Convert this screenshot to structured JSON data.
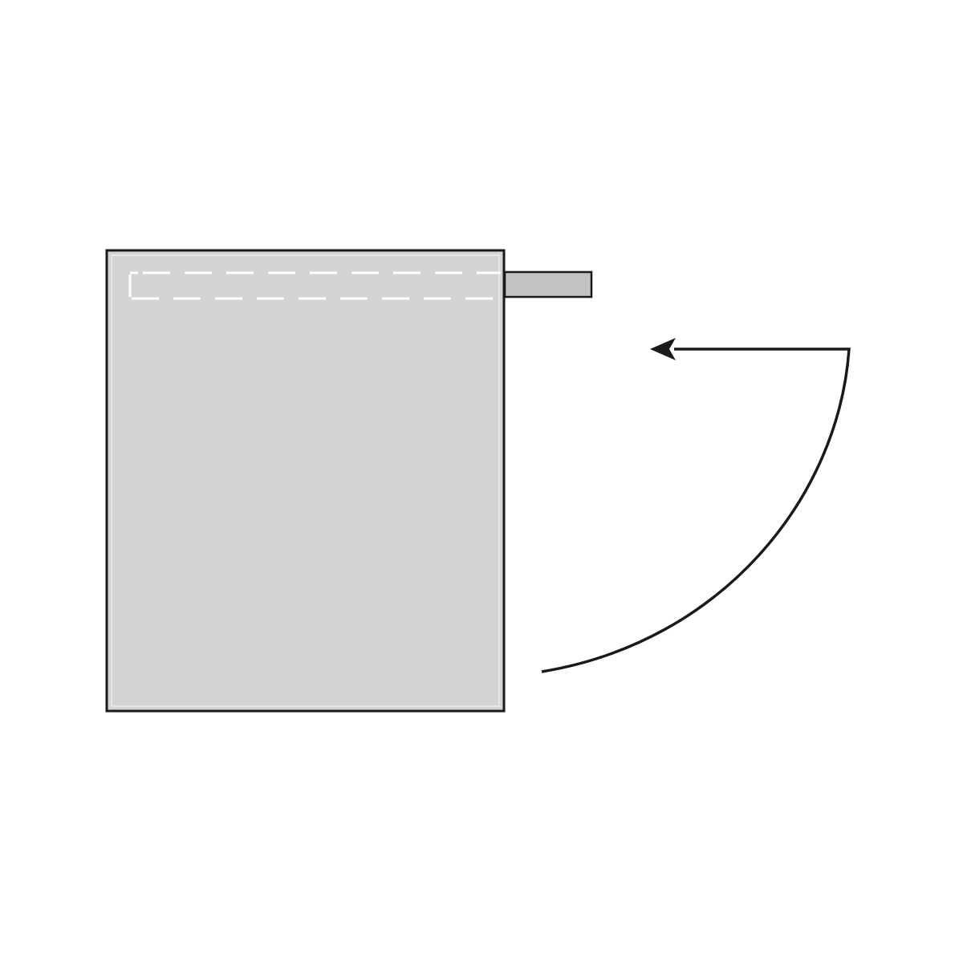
{
  "colors": {
    "background": "#ffffff",
    "fabric_fill": "#d4d4d4",
    "fabric_outline": "#1a1a1a",
    "ribbon_fill": "#c2c2c2",
    "stitch_color": "#ffffff",
    "arrow_color": "#1a1a1a"
  },
  "illustration": {
    "subject": "fabric-panel-with-ribbon-tab",
    "stitch_rows": 2,
    "arrow_direction": "curved-counterclockwise-up-to-left"
  }
}
